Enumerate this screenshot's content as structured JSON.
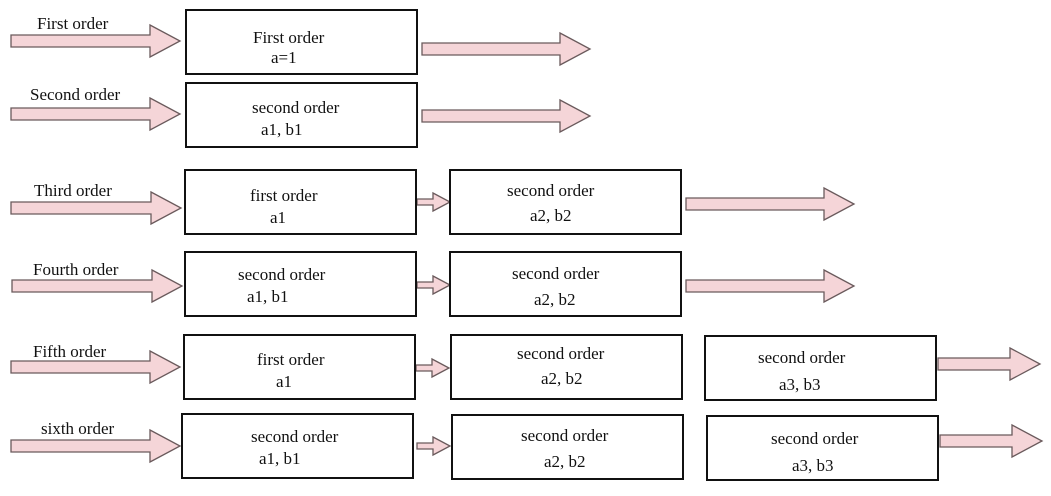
{
  "rows": [
    {
      "label": "First order",
      "boxes": [
        {
          "line1": "First order",
          "line2": "a=1"
        }
      ]
    },
    {
      "label": "Second order",
      "boxes": [
        {
          "line1": "second order",
          "line2": "a1, b1"
        }
      ]
    },
    {
      "label": "Third order",
      "boxes": [
        {
          "line1": "first order",
          "line2": "a1"
        },
        {
          "line1": "second order",
          "line2": "a2, b2"
        }
      ]
    },
    {
      "label": "Fourth order",
      "boxes": [
        {
          "line1": "second order",
          "line2": "a1, b1"
        },
        {
          "line1": "second order",
          "line2": "a2, b2"
        }
      ]
    },
    {
      "label": "Fifth order",
      "boxes": [
        {
          "line1": "first order",
          "line2": "a1"
        },
        {
          "line1": "second order",
          "line2": "a2, b2"
        },
        {
          "line1": "second order",
          "line2": "a3, b3"
        }
      ]
    },
    {
      "label": "sixth order",
      "boxes": [
        {
          "line1": "second order",
          "line2": "a1, b1"
        },
        {
          "line1": "second order",
          "line2": "a2, b2"
        },
        {
          "line1": "second order",
          "line2": "a3, b3"
        }
      ]
    }
  ],
  "colors": {
    "arrow_fill": "#f5d5d8",
    "arrow_stroke": "#6a5a5c",
    "box_border": "#111111"
  }
}
